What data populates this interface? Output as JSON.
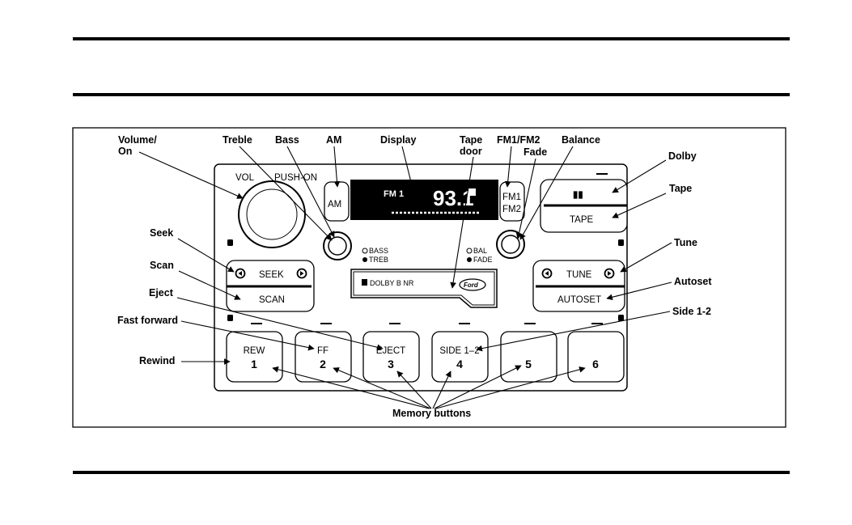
{
  "callouts": {
    "volume_line1": "Volume/",
    "volume_line2": "On",
    "treble": "Treble",
    "bass": "Bass",
    "am": "AM",
    "display": "Display",
    "tape_door_line1": "Tape",
    "tape_door_line2": "door",
    "fm1_fm2": "FM1/FM2",
    "fade": "Fade",
    "balance": "Balance",
    "dolby": "Dolby",
    "tape": "Tape",
    "seek": "Seek",
    "scan": "Scan",
    "eject": "Eject",
    "fast_forward": "Fast forward",
    "rewind": "Rewind",
    "tune": "Tune",
    "autoset": "Autoset",
    "side_1_2": "Side 1-2",
    "memory_buttons": "Memory buttons"
  },
  "radio": {
    "vol_label": "VOL",
    "push_on_label": "PUSH-ON",
    "am_button": "AM",
    "fm1_label": "FM1",
    "fm2_label": "FM2",
    "display_band": "FM 1",
    "display_freq": "93.1",
    "bass_label": "BASS",
    "treb_label": "TREB",
    "bal_label": "BAL",
    "fade_label": "FADE",
    "dolby_button": "▮▮",
    "tape_button": "TAPE",
    "seek_button": "SEEK",
    "scan_button": "SCAN",
    "tune_button": "TUNE",
    "autoset_button": "AUTOSET",
    "dolby_b_nr": "DOLBY B NR",
    "ford_logo": "Ford"
  },
  "presets": [
    {
      "top": "REW",
      "number": "1"
    },
    {
      "top": "FF",
      "number": "2"
    },
    {
      "top": "EJECT",
      "number": "3"
    },
    {
      "top": "SIDE 1–2",
      "number": "4"
    },
    {
      "top": "",
      "number": "5"
    },
    {
      "top": "",
      "number": "6"
    }
  ]
}
